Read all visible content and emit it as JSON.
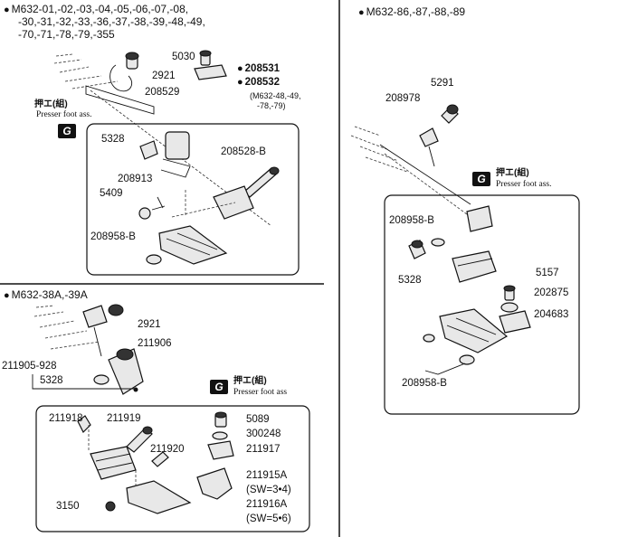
{
  "section_a": {
    "header_line1": "M632-01,-02,-03,-04,-05,-06,-07,-08,",
    "header_line2": "-30,-31,-32,-33,-36,-37,-38,-39,-48,-49,",
    "header_line3": "-70,-71,-78,-79,-355",
    "labels": {
      "p5030": "5030",
      "p2921": "2921",
      "p208529": "208529",
      "p208531": "208531",
      "p208532": "208532",
      "p208532_note1": "(M632-48,-49,",
      "p208532_note2": "-78,-79)",
      "p5328": "5328",
      "p208528b": "208528-B",
      "p208913": "208913",
      "p5409": "5409",
      "p208958b": "208958-B"
    },
    "assy_jp": "押エ(組)",
    "assy_en": "Presser foot ass.",
    "badge": "G"
  },
  "section_b": {
    "header": "M632-38A,-39A",
    "labels": {
      "p2921": "2921",
      "p211906": "211906",
      "p211905": "211905-928",
      "p5328": "5328",
      "p211918": "211918",
      "p211919": "211919",
      "p211920": "211920",
      "p3150": "3150",
      "p5089": "5089",
      "p300248": "300248",
      "p211917": "211917",
      "p211915a": "211915A",
      "p211915a_sw": "(SW=3•4)",
      "p211916a": "211916A",
      "p211916a_sw": "(SW=5•6)"
    },
    "assy_jp": "押エ(組)",
    "assy_en": "Presser foot ass",
    "badge": "G"
  },
  "section_c": {
    "header": "M632-86,-87,-88,-89",
    "labels": {
      "p5291": "5291",
      "p208978": "208978",
      "p208958b_top": "208958-B",
      "p5328": "5328",
      "p5157": "5157",
      "p202875": "202875",
      "p204683": "204683",
      "p208958b_bottom": "208958-B"
    },
    "assy_jp": "押エ(組)",
    "assy_en": "Presser foot ass.",
    "badge": "G"
  }
}
